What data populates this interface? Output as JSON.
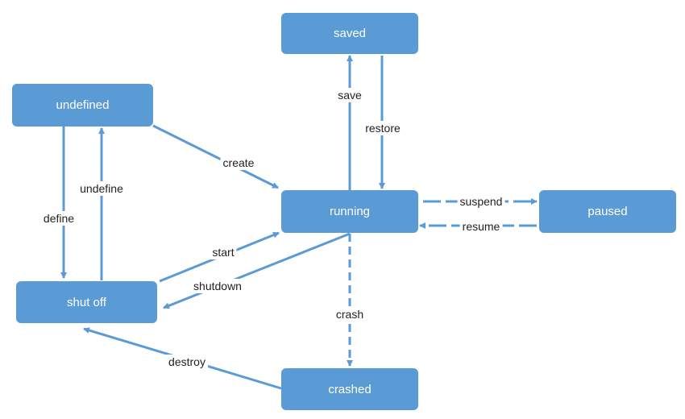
{
  "states": {
    "saved": "saved",
    "undefined": "undefined",
    "running": "running",
    "paused": "paused",
    "shut_off": "shut off",
    "crashed": "crashed"
  },
  "transitions": {
    "save": "save",
    "restore": "restore",
    "create": "create",
    "define": "define",
    "undefine": "undefine",
    "suspend": "suspend",
    "resume": "resume",
    "start": "start",
    "shutdown": "shutdown",
    "crash": "crash",
    "destroy": "destroy"
  },
  "colors": {
    "state_fill": "#5b9bd5",
    "state_text": "#ffffff",
    "edge": "#5b9bd5",
    "label_text": "#222222"
  }
}
